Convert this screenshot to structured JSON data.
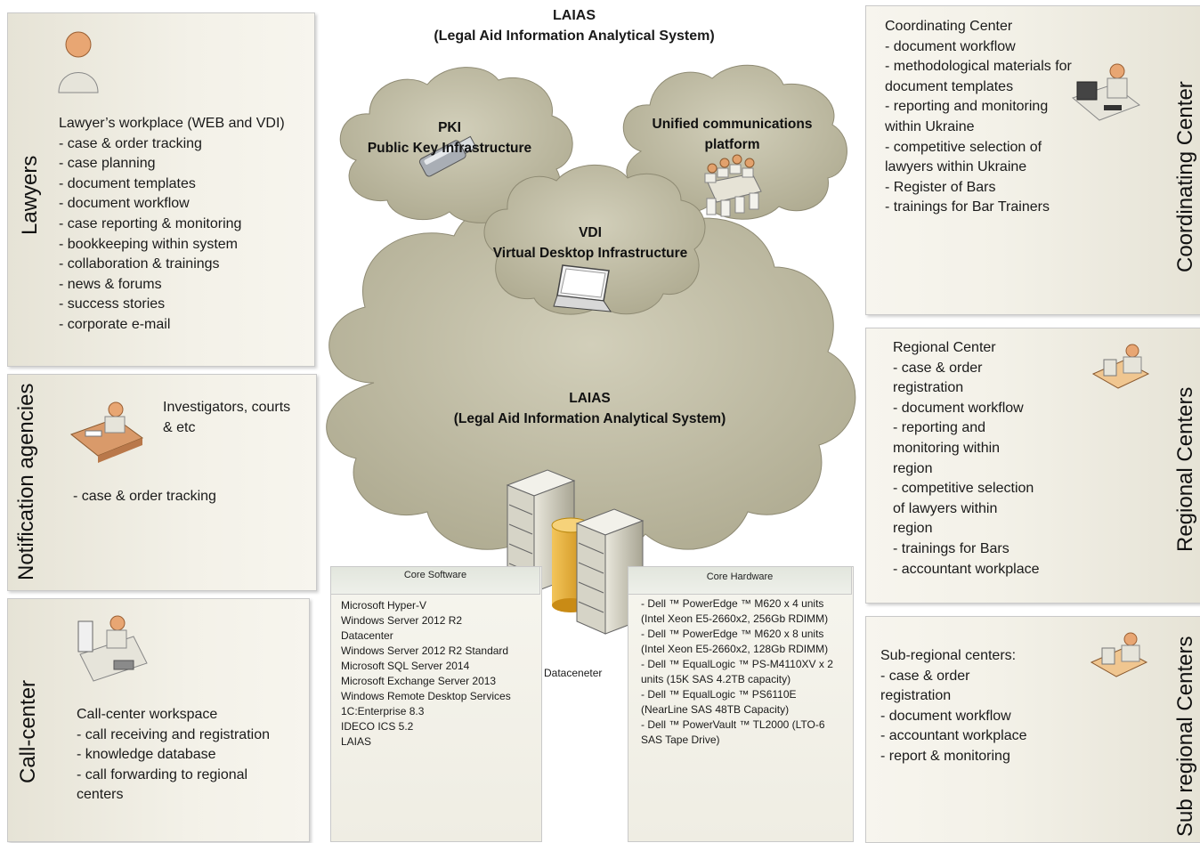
{
  "diagram": {
    "title_line1": "LAIAS",
    "title_line2": "(Legal Aid Information Analytical System)"
  },
  "lawyers": {
    "side_label": "Lawyers",
    "heading": "Lawyer’s workplace (WEB and VDI)",
    "items": [
      "- case & order tracking",
      "- case planning",
      "- document templates",
      "- document workflow",
      "- case reporting & monitoring",
      "- bookkeeping within system",
      "- collaboration & trainings",
      "- news & forums",
      "- success stories",
      "- corporate e-mail"
    ]
  },
  "notification": {
    "side_label": "Notification agencies",
    "heading_line1": "Investigators, courts",
    "heading_line2": "& etc",
    "item": "- case & order tracking"
  },
  "callcenter": {
    "side_label": "Call-center",
    "lines": [
      "Call-center workspace",
      "- call receiving and registration",
      "- knowledge database",
      "- call forwarding to regional",
      "centers"
    ]
  },
  "coordinating": {
    "side_label": "Coordinating Center",
    "lines": [
      "Coordinating Center",
      "- document workflow",
      "- methodological materials for",
      "document templates",
      "- reporting and monitoring",
      "within Ukraine",
      "- competitive selection of",
      "lawyers within Ukraine",
      "- Register of Bars",
      "- trainings for Bar Trainers"
    ]
  },
  "regional": {
    "side_label": "Regional Centers",
    "lines": [
      "Regional  Center",
      "- case & order",
      "registration",
      "- document workflow",
      "- reporting and",
      "monitoring within",
      "region",
      "- competitive selection",
      "of lawyers within",
      "region",
      "- trainings for Bars",
      "- accountant workplace"
    ]
  },
  "subregional": {
    "side_label": "Sub regional Centers",
    "lines": [
      "Sub-regional centers:",
      "- case & order",
      "registration",
      "- document workflow",
      "- accountant workplace",
      "- report & monitoring"
    ]
  },
  "clouds": {
    "pki_line1": "PKI",
    "pki_line2": "Public Key Infrastructure",
    "ucp_line1": "Unified communications",
    "ucp_line2": "platform",
    "vdi_line1": "VDI",
    "vdi_line2": "Virtual Desktop Infrastructure",
    "laias_line1": "LAIAS",
    "laias_line2": "(Legal Aid Information Analytical System)"
  },
  "core_software": {
    "heading": "Core Software",
    "lines": [
      "Microsoft Hyper-V",
      "Windows Server 2012 R2",
      "Datacenter",
      "Windows Server 2012 R2 Standard",
      "Microsoft SQL Server 2014",
      "Microsoft Exchange Server 2013",
      "Windows Remote Desktop Services",
      "1C:Enterprise 8.3",
      "IDECO ICS 5.2",
      "LAIAS"
    ]
  },
  "datacenter_label": "Dataceneter",
  "core_hardware": {
    "heading": "Core Hardware",
    "lines": [
      "- Dell ™ PowerEdge ™ M620 x 4 units",
      "(Intel Xeon E5-2660x2, 256Gb RDIMM)",
      "- Dell ™ PowerEdge ™ M620  x 8 units",
      "(Intel Xeon E5-2660x2, 128Gb RDIMM)",
      "- Dell ™ EqualLogic ™ PS-M4110XV x 2",
      "units (15K SAS 4.2TB capacity)",
      "- Dell ™ EqualLogic ™ PS6110E",
      "(NearLine SAS 48TB Capacity)",
      "- Dell ™ PowerVault ™ TL2000 (LTO-6",
      "SAS Tape Drive)"
    ]
  },
  "colors": {
    "cloud": "#b9b59d",
    "cloud_edge": "#8f8b74",
    "panel": "#f1efe6"
  }
}
